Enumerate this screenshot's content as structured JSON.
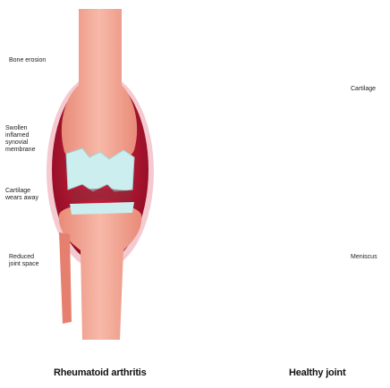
{
  "panels": {
    "left": {
      "title": "Rheumatoid arthritis",
      "labels": {
        "bone_erosion": "Bone erosion",
        "synovial_membrane": "Swollen\ninflamed\nsynovial\nmembrane",
        "cartilage_wears": "Cartilage\nwears away",
        "reduced_space": "Reduced\njoint space"
      }
    },
    "right": {
      "title": "Healthy joint",
      "labels": {
        "cartilage": "Cartilage",
        "meniscus": "Meniscus"
      }
    }
  },
  "colors": {
    "bone": "#f2a493",
    "bone_shadow": "#e5806f",
    "cartilage": "#cdeeee",
    "inflamed": "#b0102a",
    "membrane_healthy": "#8fd3d6"
  }
}
